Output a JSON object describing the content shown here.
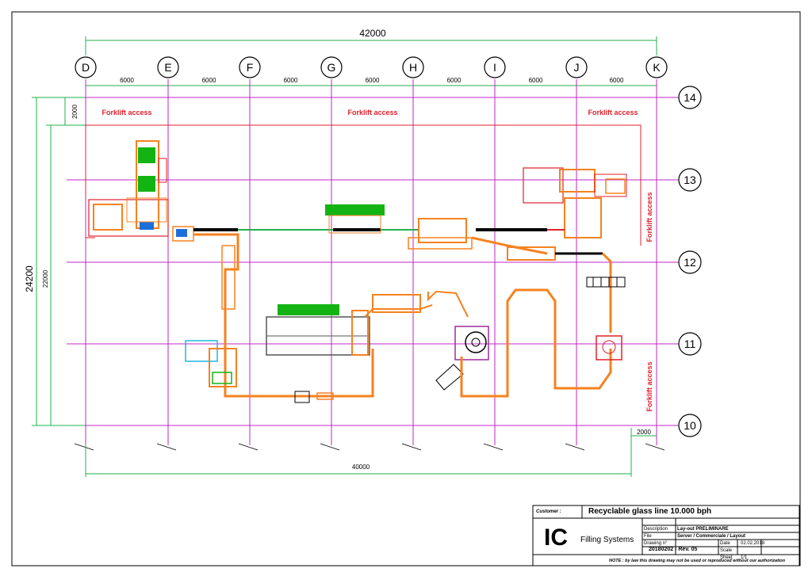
{
  "grid": {
    "columns": [
      "D",
      "E",
      "F",
      "G",
      "H",
      "I",
      "J",
      "K"
    ],
    "rows": [
      "14",
      "13",
      "12",
      "11",
      "10"
    ],
    "column_spacing_labels": [
      "6000",
      "6000",
      "6000",
      "6000",
      "6000",
      "6000",
      "6000"
    ]
  },
  "dimensions": {
    "overall_top": "42000",
    "overall_bottom": "40000",
    "left_outer": "24200",
    "left_inner": "22000",
    "top_left_small": "2000",
    "bottom_right_small": "2000"
  },
  "labels": {
    "forklift_top_left": "Forklift access",
    "forklift_top_middle": "Forklift access",
    "forklift_top_right": "Forklift access",
    "forklift_right_upper": "Forklift access",
    "forklift_right_lower": "Forklift access"
  },
  "title_block": {
    "customer_label": "Customer :",
    "project_title": "Recyclable glass line 10.000 bph",
    "company_mark": "IC",
    "company_name": "Filling Systems",
    "field_description": "Description",
    "value_description": "Lay-out PRELIMINARE",
    "field_file": "File",
    "value_file": "Server / Commerciale / Layout",
    "field_drawing": "Drawing n°",
    "value_drawing": "20180202 - Rev. 05",
    "field_date": "Date",
    "value_date": "02.02.2018",
    "field_scale": "Scale",
    "field_sheet": "Sheet",
    "value_sheet": "1/1",
    "note": "NOTE : by law this drawing may not be used or reproduced without our authorization"
  },
  "colors": {
    "magenta_grid": "#c026c8",
    "green_dim": "#21b24b",
    "red_boundary": "#e0202a",
    "orange_equipment": "#f5821f",
    "green_equipment": "#14b314"
  }
}
